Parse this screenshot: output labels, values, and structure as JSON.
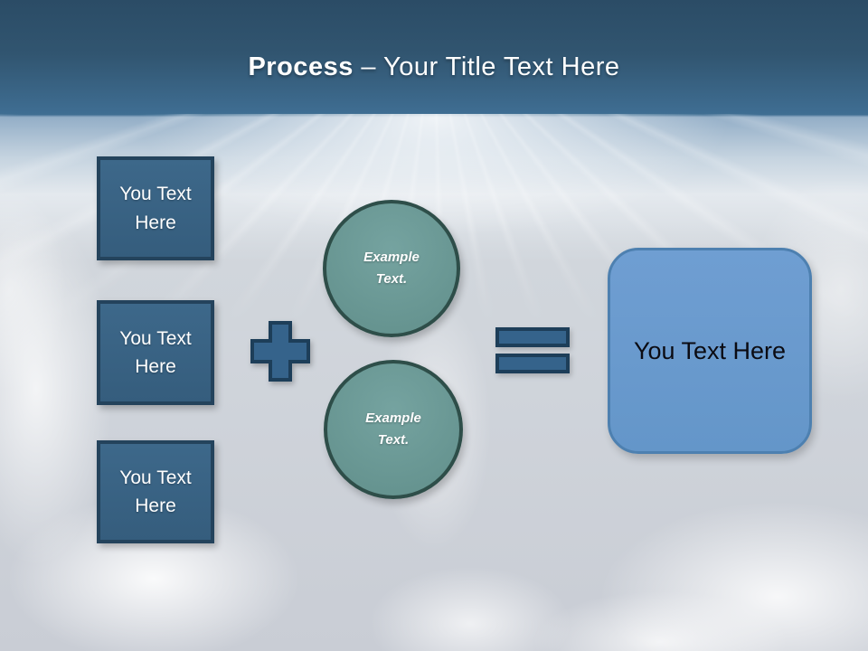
{
  "slide": {
    "title": {
      "bold": "Process",
      "rest": " – Your Title Text Here"
    }
  },
  "input_boxes": [
    {
      "label": "You Text Here"
    },
    {
      "label": "You Text Here"
    },
    {
      "label": "You Text Here"
    }
  ],
  "circles": [
    {
      "label": "Example Text."
    },
    {
      "label": "Example Text."
    }
  ],
  "result_box": {
    "label": "You Text Here"
  },
  "colors": {
    "header_top": "#2b4c66",
    "header_bottom": "#3f6e93",
    "steel_box_fill": "#386080",
    "steel_box_border": "#24435c",
    "operator_fill": "#35638b",
    "operator_border": "#1d3e59",
    "circle_fill": "#6a9995",
    "circle_border": "#2e4e49",
    "result_fill": "#6699cc",
    "result_border": "#4d80b0",
    "sky_base": "#cbd0d7",
    "title_text": "#ffffff",
    "result_text": "#0b0b12"
  }
}
